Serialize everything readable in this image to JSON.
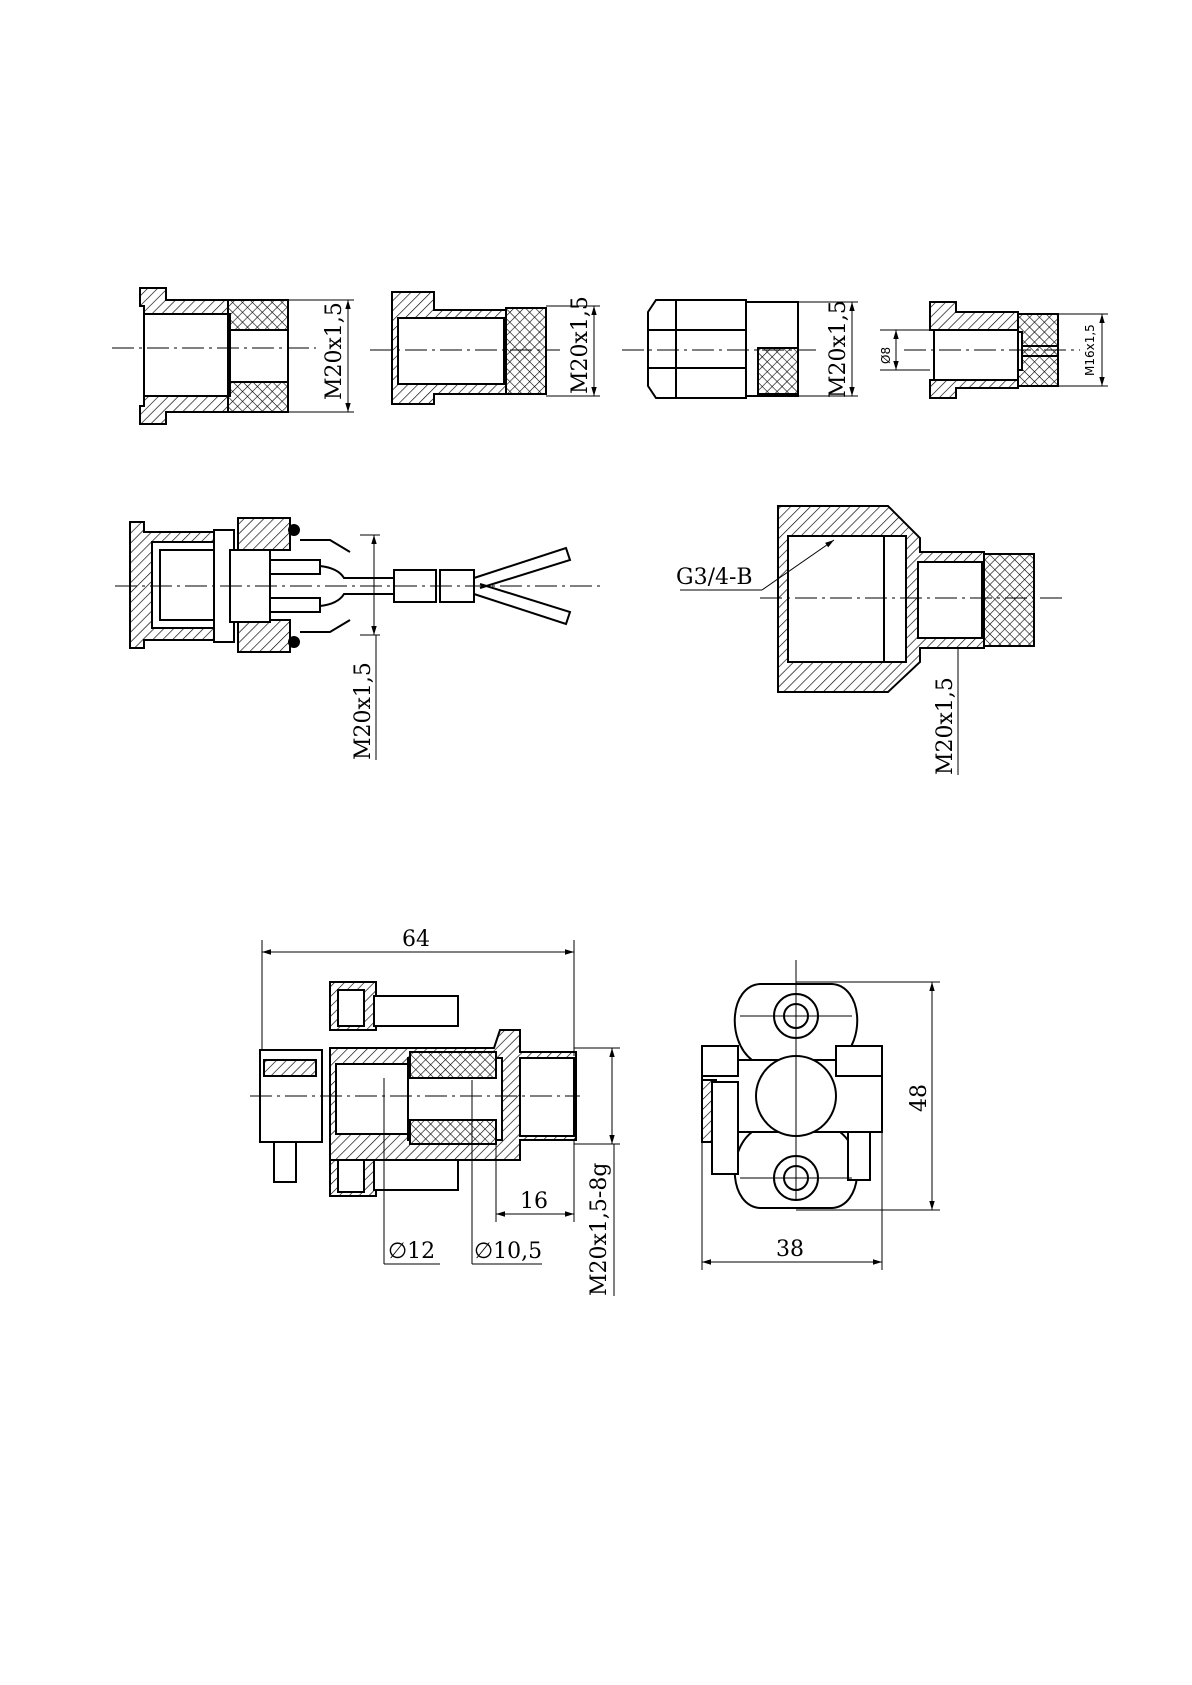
{
  "labels": {
    "thread_m20": "M20x1,5",
    "thread_m16": "M16x1,5",
    "diameter_8": "Ø8",
    "thread_g34": "G3/4-B",
    "dim_64": "64",
    "dim_16": "16",
    "dim_d12": "∅12",
    "dim_d105": "∅10,5",
    "thread_m20_8g": "M20x1,5-8g",
    "dim_48": "48",
    "dim_38": "38"
  }
}
